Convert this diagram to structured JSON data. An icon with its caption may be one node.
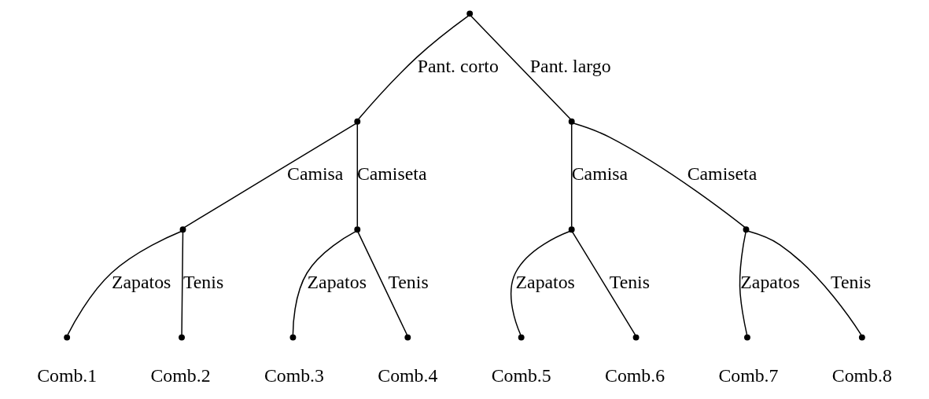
{
  "diagram": {
    "nodes": [
      {
        "text": [],
        "shape": "circle"
      },
      {
        "text": [],
        "shape": "circle"
      },
      {
        "text": [],
        "shape": "circle"
      },
      {
        "text": [],
        "shape": "circle"
      },
      {
        "text": [],
        "shape": "circle"
      },
      {
        "text": [],
        "shape": "circle"
      },
      {
        "text": [],
        "shape": "circle"
      },
      {
        "text": [],
        "shape": "circle",
        "beside": [
          "Comb.1"
        ]
      },
      {
        "text": [],
        "shape": "circle",
        "beside": [
          "Comb.2"
        ]
      },
      {
        "text": [],
        "shape": "circle",
        "beside": [
          "Comb.3"
        ]
      },
      {
        "text": [],
        "shape": "circle",
        "beside": [
          "Comb.4"
        ]
      },
      {
        "text": [],
        "shape": "circle",
        "beside": [
          "Comb.5"
        ]
      },
      {
        "text": [],
        "shape": "circle",
        "beside": [
          "Comb.6"
        ]
      },
      {
        "text": [],
        "shape": "circle",
        "beside": [
          "Comb.7"
        ]
      },
      {
        "text": [],
        "shape": "circle",
        "beside": [
          "Comb.8"
        ]
      }
    ],
    "edges": [
      {
        "from": 0,
        "to": 1,
        "arrow": "none",
        "label": "Pant. corto"
      },
      {
        "from": 0,
        "to": 2,
        "arrow": "none",
        "label": "Pant. largo"
      },
      {
        "from": 1,
        "to": 3,
        "arrow": "none",
        "label": "Camisa"
      },
      {
        "from": 1,
        "to": 4,
        "arrow": "none",
        "label": "Camiseta"
      },
      {
        "from": 2,
        "to": 5,
        "arrow": "none",
        "label": "Camisa"
      },
      {
        "from": 2,
        "to": 6,
        "arrow": "none",
        "label": "Camiseta"
      },
      {
        "from": 3,
        "to": 7,
        "arrow": "none",
        "label": "Zapatos"
      },
      {
        "from": 3,
        "to": 8,
        "arrow": "none",
        "label": "Tenis"
      },
      {
        "from": 4,
        "to": 9,
        "arrow": "none",
        "label": "Zapatos"
      },
      {
        "from": 4,
        "to": 10,
        "arrow": "none",
        "label": "Tenis"
      },
      {
        "from": 5,
        "to": 11,
        "arrow": "none",
        "label": "Zapatos"
      },
      {
        "from": 5,
        "to": 12,
        "arrow": "none",
        "label": "Tenis"
      },
      {
        "from": 6,
        "to": 13,
        "arrow": "none",
        "label": "Zapatos"
      },
      {
        "from": 6,
        "to": 14,
        "arrow": "none",
        "label": "Tenis"
      }
    ]
  }
}
